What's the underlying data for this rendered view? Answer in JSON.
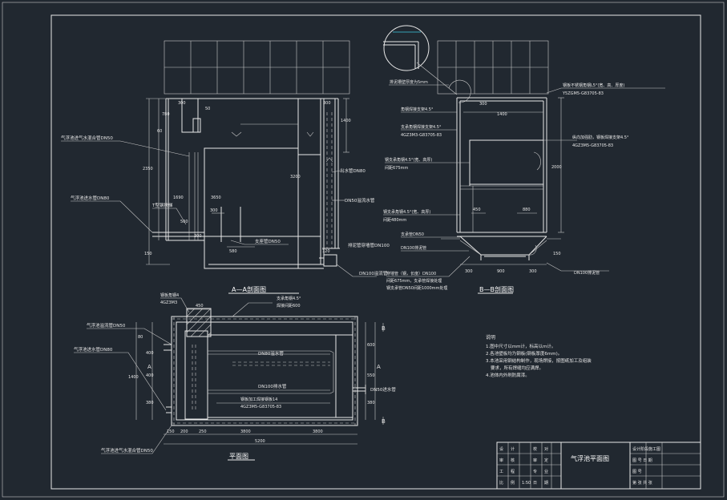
{
  "drawing": {
    "section_a_title": "A—A剖面图",
    "section_b_title": "B—B剖面图",
    "plan_title": "平面图",
    "title_block_name": "气浮池平面图",
    "dims_a": {
      "d300a": "300",
      "d50": "50",
      "d780": "780",
      "d2350": "2350",
      "d1690": "1690",
      "d3650": "3650",
      "d300b": "300",
      "d1400": "1400",
      "d3200": "3200",
      "d300c": "300",
      "d500": "500",
      "d580": "580",
      "d150": "150",
      "d120": "120",
      "d300d": "300",
      "d60": "60"
    },
    "dims_b": {
      "d300a": "300",
      "d1400": "1400",
      "d2000": "2000",
      "d450": "450",
      "d880": "880",
      "d300b": "300",
      "d900": "900",
      "d300c": "300",
      "d150": "150"
    },
    "dims_plan": {
      "d450": "450",
      "d80": "80",
      "d400a": "400",
      "d1400": "1400",
      "d400b": "400",
      "d380": "380",
      "d3800a": "3800",
      "d3800b": "3800",
      "d600": "600",
      "d550": "550",
      "d150": "150",
      "d200": "200",
      "d5200": "5200",
      "d250": "250",
      "d380b": "380"
    },
    "labels_a": {
      "air_pipe": "气浮池进气水混合管DN50",
      "inlet_pipe": "气浮池进水管DN80",
      "ladder": "T型钢扶梯",
      "outlet": "出水管DN80",
      "overflow": "DN50溢流水管",
      "support": "支座管DN50",
      "drain": "排泥管穿墙管DN100",
      "dn100": "DN100溢流管"
    },
    "labels_b": {
      "l1": "排泥槽壁厚度为5mm",
      "l2": "钢板不锈钢角钢L5°(宽、高、厚度)",
      "l3": "角钢焊接支架4.5°",
      "l4": "Y5ZGM5-G83705-83",
      "l5": "支承角钢焊接支架4.5°",
      "l6": "4GZ3M3-G83705-83",
      "l7": "纵向加强肋，钢板焊接支架4.5°",
      "l8": "4GZ3M5-G83705-83",
      "l9": "钢支承角钢4.5°(宽、高厚)",
      "l10": "间距675mm",
      "l11": "钢支承角钢4.5°(宽、高厚)",
      "l12": "间距480mm",
      "l13": "支承管DN50",
      "l14": "DN100排泥管",
      "l15": "DN100排泥管",
      "l16": "穿墙管（钢，长度）DN100",
      "l17": "间距675mm，支承管焊接处理",
      "l18": "钢支承管DN50间距1000mm处理"
    },
    "labels_plan": {
      "l1": "钢板角钢4",
      "l2": "4GZ3M3",
      "l3": "支承角钢4.5°",
      "l4": "焊接间距600",
      "l5": "气浮池溢流管DN50",
      "l6": "气浮池进水管DN80",
      "l7": "DN80溢水管",
      "l8": "DN100排水管",
      "l9": "DN50进水管",
      "l10": "钢板加工焊接钢板14",
      "l11": "4GZ3M5-G83705-83",
      "l12": "气浮池进气水混合管DN50",
      "markB_top": "B",
      "markB_bot": "B",
      "markA_left": "A",
      "markA_right": "A"
    },
    "notes": {
      "title": "说明",
      "l1": "1.图中尺寸以mm计，标高以m计。",
      "l2": "2.各池壁板均为钢板(钢板厚度6mm)。",
      "l3": "3.本池采用钢结构制作，现场焊接，按图纸加工及组装",
      "l4": "要求，所有焊缝均应满焊。",
      "l5": "4.池体内外刷防腐漆。"
    },
    "title_block": {
      "r1": [
        "设",
        "计",
        "",
        "校",
        "对",
        ""
      ],
      "r2": [
        "审",
        "核",
        "",
        "审",
        "定",
        ""
      ],
      "r3": [
        "工",
        "程",
        "",
        "专",
        "业",
        ""
      ],
      "r4": [
        "比",
        "例",
        "",
        "日",
        "期",
        ""
      ],
      "right_r1": "设计阶段施工图",
      "right_r2": "图 号 日 期",
      "right_r3": "图 号",
      "scale": "1:50",
      "sheet": "第 张 共 张"
    }
  }
}
